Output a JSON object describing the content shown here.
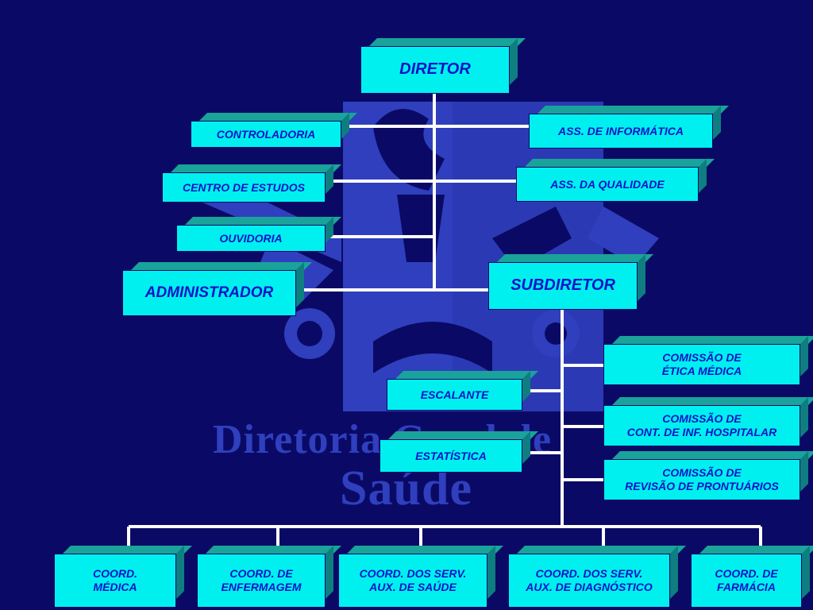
{
  "background": {
    "color": "#0a0a66",
    "logo_color": "#2f3fbd",
    "watermark_line1": "Diretoria Geral de",
    "watermark_line2": "Saúde"
  },
  "colors": {
    "box_face": "#00f0f0",
    "box_top": "#1aa39a",
    "box_side": "#0e7e80",
    "text": "#0a14c8",
    "connector": "#ffffff"
  },
  "nodes": {
    "diretor": "DIRETOR",
    "controladoria": "CONTROLADORIA",
    "ass_informatica": "ASS. DE INFORMÁTICA",
    "centro_estudos": "CENTRO DE ESTUDOS",
    "ass_qualidade": "ASS. DA QUALIDADE",
    "ouvidoria": "OUVIDORIA",
    "administrador": "ADMINISTRADOR",
    "subdiretor": "SUBDIRETOR",
    "comissao_etica": "COMISSÃO DE\nÉTICA MÉDICA",
    "escalante": "ESCALANTE",
    "comissao_infeccao": "COMISSÃO DE\nCONT. DE INF. HOSPITALAR",
    "estatistica": "ESTATÍSTICA",
    "comissao_prontuarios": "COMISSÃO DE\nREVISÃO DE PRONTUÁRIOS",
    "coord_medica": "COORD.\nMÉDICA",
    "coord_enfermagem": "COORD. DE\nENFERMAGEM",
    "coord_aux_saude": "COORD. DOS SERV.\nAUX. DE SAÚDE",
    "coord_aux_diagnostico": "COORD. DOS SERV.\nAUX. DE DIAGNÓSTICO",
    "coord_farmacia": "COORD. DE\nFARMÁCIA"
  }
}
